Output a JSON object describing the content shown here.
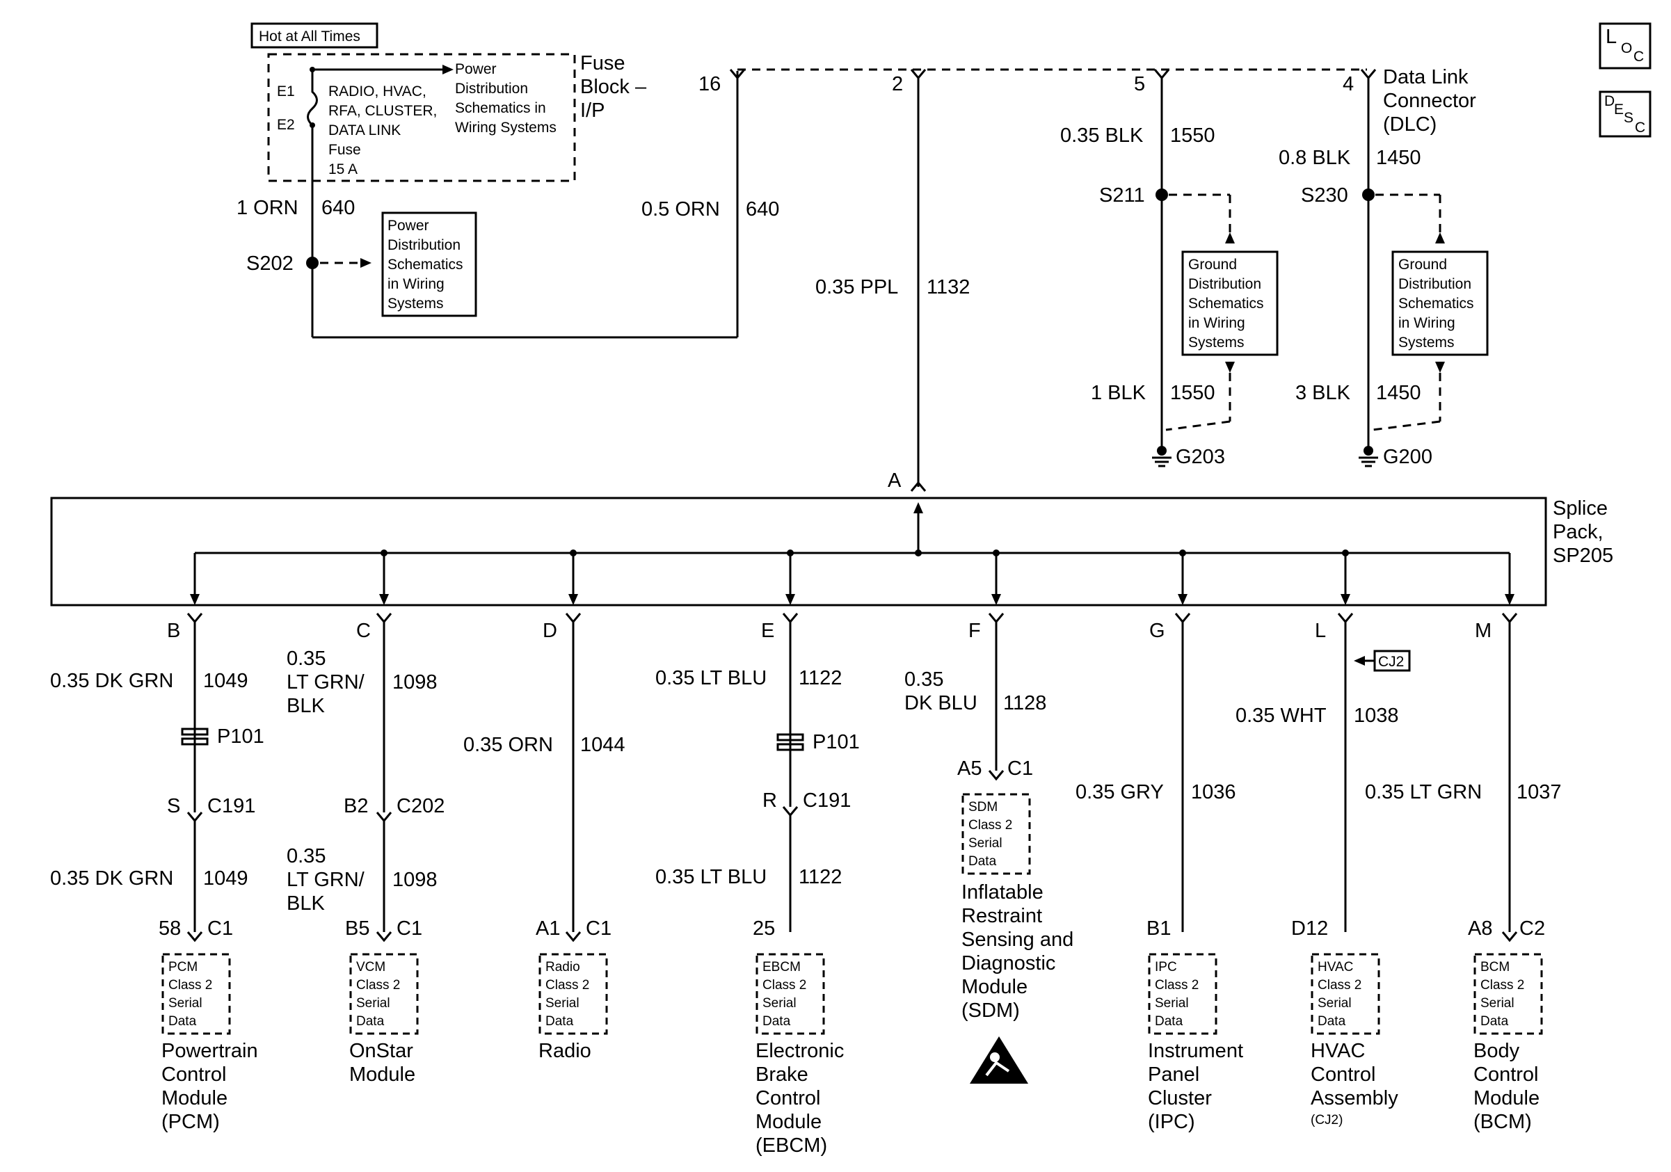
{
  "corner": {
    "loc": [
      "L",
      "O",
      "C"
    ],
    "desc": [
      "D",
      "E",
      "S",
      "C"
    ]
  },
  "fuse": {
    "hot_label": "Hot at All Times",
    "e1": "E1",
    "e2": "E2",
    "power_dist": [
      "Power",
      "Distribution",
      "Schematics in",
      "Wiring Systems"
    ],
    "fuse_lines": [
      "RADIO, HVAC,",
      "RFA, CLUSTER,",
      "DATA LINK",
      "Fuse",
      "15 A"
    ],
    "block_title": [
      "Fuse",
      "Block –",
      "I/P"
    ]
  },
  "left_feed": {
    "color": "1 ORN",
    "circuit": "640",
    "splice": "S202",
    "power_box": [
      "Power",
      "Distribution",
      "Schematics",
      "in Wiring",
      "Systems"
    ]
  },
  "dlc": {
    "pins": [
      "16",
      "2",
      "5",
      "4"
    ],
    "title": [
      "Data Link",
      "Connector",
      "(DLC)"
    ],
    "pin16_color": "0.5 ORN",
    "pin16_circuit": "640",
    "pin2_color": "0.35 PPL",
    "pin2_circuit": "1132",
    "pin5_color": "0.35 BLK",
    "pin5_circuit": "1550",
    "pin4_color": "0.8 BLK",
    "pin4_circuit": "1450"
  },
  "grounds": [
    {
      "splice": "S211",
      "box": [
        "Ground",
        "Distribution",
        "Schematics",
        "in Wiring",
        "Systems"
      ],
      "color": "1 BLK",
      "circuit": "1550",
      "ground": "G203"
    },
    {
      "splice": "S230",
      "box": [
        "Ground",
        "Distribution",
        "Schematics",
        "in Wiring",
        "Systems"
      ],
      "color": "3 BLK",
      "circuit": "1450",
      "ground": "G200"
    }
  ],
  "splice_pack": {
    "input": "A",
    "title": [
      "Splice",
      "Pack,",
      "SP205"
    ]
  },
  "branches": {
    "b": {
      "letter": "B",
      "color": "0.35 DK GRN",
      "circuit": "1049",
      "p101": "P101",
      "conn_pin": "S",
      "conn": "C191",
      "color2": "0.35 DK GRN",
      "circuit2": "1049",
      "pin": "58",
      "pin_conn": "C1",
      "mod_box": [
        "PCM",
        "Class 2",
        "Serial",
        "Data"
      ],
      "module": [
        "Powertrain",
        "Control",
        "Module",
        "(PCM)"
      ]
    },
    "c": {
      "letter": "C",
      "color": [
        "0.35",
        "LT GRN/",
        "BLK"
      ],
      "circuit": "1098",
      "conn_pin": "B2",
      "conn": "C202",
      "color2": [
        "0.35",
        "LT GRN/",
        "BLK"
      ],
      "circuit2": "1098",
      "pin": "B5",
      "pin_conn": "C1",
      "mod_box": [
        "VCM",
        "Class 2",
        "Serial",
        "Data"
      ],
      "module": [
        "OnStar",
        "Module"
      ]
    },
    "d": {
      "letter": "D",
      "color": "0.35 ORN",
      "circuit": "1044",
      "pin": "A1",
      "pin_conn": "C1",
      "mod_box": [
        "Radio",
        "Class 2",
        "Serial",
        "Data"
      ],
      "module": [
        "Radio"
      ]
    },
    "e": {
      "letter": "E",
      "color": "0.35 LT BLU",
      "circuit": "1122",
      "p101": "P101",
      "conn_pin": "R",
      "conn": "C191",
      "color2": "0.35 LT BLU",
      "circuit2": "1122",
      "pin": "25",
      "mod_box": [
        "EBCM",
        "Class 2",
        "Serial",
        "Data"
      ],
      "module": [
        "Electronic",
        "Brake",
        "Control",
        "Module",
        "(EBCM)"
      ]
    },
    "f": {
      "letter": "F",
      "color": [
        "0.35",
        "DK BLU"
      ],
      "circuit": "1128",
      "pin": "A5",
      "pin_conn": "C1",
      "mod_box": [
        "SDM",
        "Class 2",
        "Serial",
        "Data"
      ],
      "module": [
        "Inflatable",
        "Restraint",
        "Sensing and",
        "Diagnostic",
        "Module",
        "(SDM)"
      ]
    },
    "g": {
      "letter": "G",
      "color": "0.35 GRY",
      "circuit": "1036",
      "pin": "B1",
      "mod_box": [
        "IPC",
        "Class 2",
        "Serial",
        "Data"
      ],
      "module": [
        "Instrument",
        "Panel",
        "Cluster",
        "(IPC)"
      ]
    },
    "l": {
      "letter": "L",
      "ref": "CJ2",
      "color": "0.35 WHT",
      "circuit": "1038",
      "pin": "D12",
      "mod_box": [
        "HVAC",
        "Class 2",
        "Serial",
        "Data"
      ],
      "module": [
        "HVAC",
        "Control",
        "Assembly"
      ],
      "module_note": "(CJ2)"
    },
    "m": {
      "letter": "M",
      "color": "0.35 LT GRN",
      "circuit": "1037",
      "pin": "A8",
      "pin_conn": "C2",
      "mod_box": [
        "BCM",
        "Class 2",
        "Serial",
        "Data"
      ],
      "module": [
        "Body",
        "Control",
        "Module",
        "(BCM)"
      ]
    }
  }
}
